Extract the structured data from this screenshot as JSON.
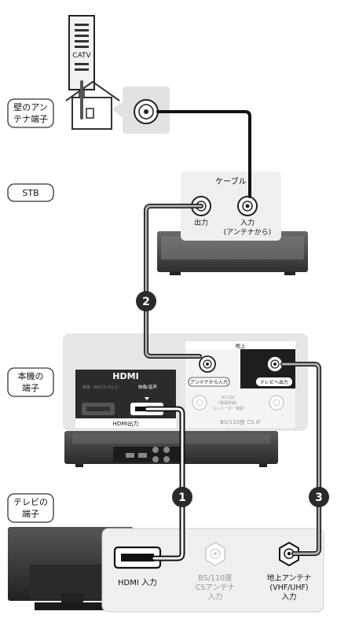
{
  "antenna": {
    "label": "CATV"
  },
  "labels": {
    "wall_line1": "壁のアン",
    "wall_line2": "テナ端子",
    "stb": "STB",
    "device_line1": "本機の",
    "device_line2": "端子",
    "tv_line1": "テレビの",
    "tv_line2": "端子"
  },
  "stb_panel": {
    "cable": "ケーブル",
    "out": "出力",
    "in_line1": "入力",
    "in_line2": "(アンテナから)"
  },
  "device_panel": {
    "hdmi_logo": "HDMI",
    "hdmi_sub_left": "映像（AVC/2.0以上）",
    "hdmi_sub_right": "映像/音声",
    "hdmi_out": "HDMI出力",
    "terrestrial": "地上",
    "from_antenna": "アンテナから入力",
    "to_tv": "テレビへ出力",
    "bs_cs": "BS/110度 CS IF",
    "bs_power_1": "DC15V",
    "bs_power_2": "（電源供給）",
    "bs_power_3": "コンバーター電源"
  },
  "tv_panel": {
    "hdmi_in": "HDMI 入力",
    "bs_line1": "BS/110度",
    "bs_line2": "CSアンテナ",
    "bs_line3": "入力",
    "ter_line1": "地上アンテナ",
    "ter_line2": "(VHF/UHF)",
    "ter_line3": "入力"
  },
  "steps": [
    "1",
    "2",
    "3"
  ],
  "colors": {
    "cable": "#111111",
    "cable_gray": "#9a9a9a",
    "device_dark": "#444444"
  }
}
